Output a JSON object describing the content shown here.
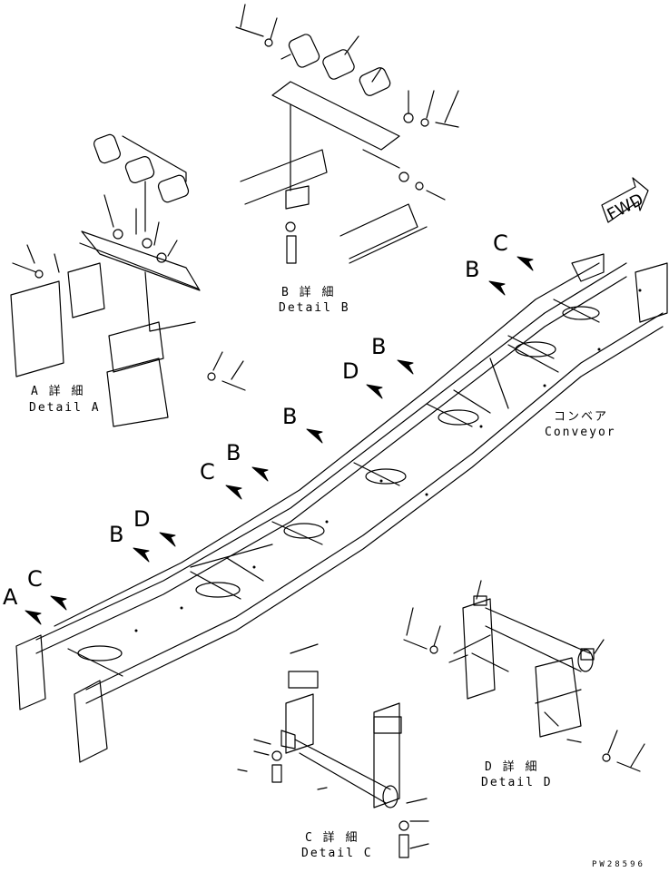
{
  "details": {
    "a": {
      "jp": "A 詳 細",
      "en": "Detail A"
    },
    "b": {
      "jp": "B 詳 細",
      "en": "Detail B"
    },
    "c": {
      "jp": "C 詳 細",
      "en": "Detail C"
    },
    "d": {
      "jp": "D 詳 細",
      "en": "Detail D"
    }
  },
  "conveyor": {
    "jp": "コンベア",
    "en": "Conveyor"
  },
  "fwd_label": "FWD",
  "drawing_code": "PW28596",
  "callouts": [
    "A",
    "C",
    "B",
    "D",
    "C",
    "B",
    "B",
    "D",
    "B",
    "B",
    "C"
  ]
}
